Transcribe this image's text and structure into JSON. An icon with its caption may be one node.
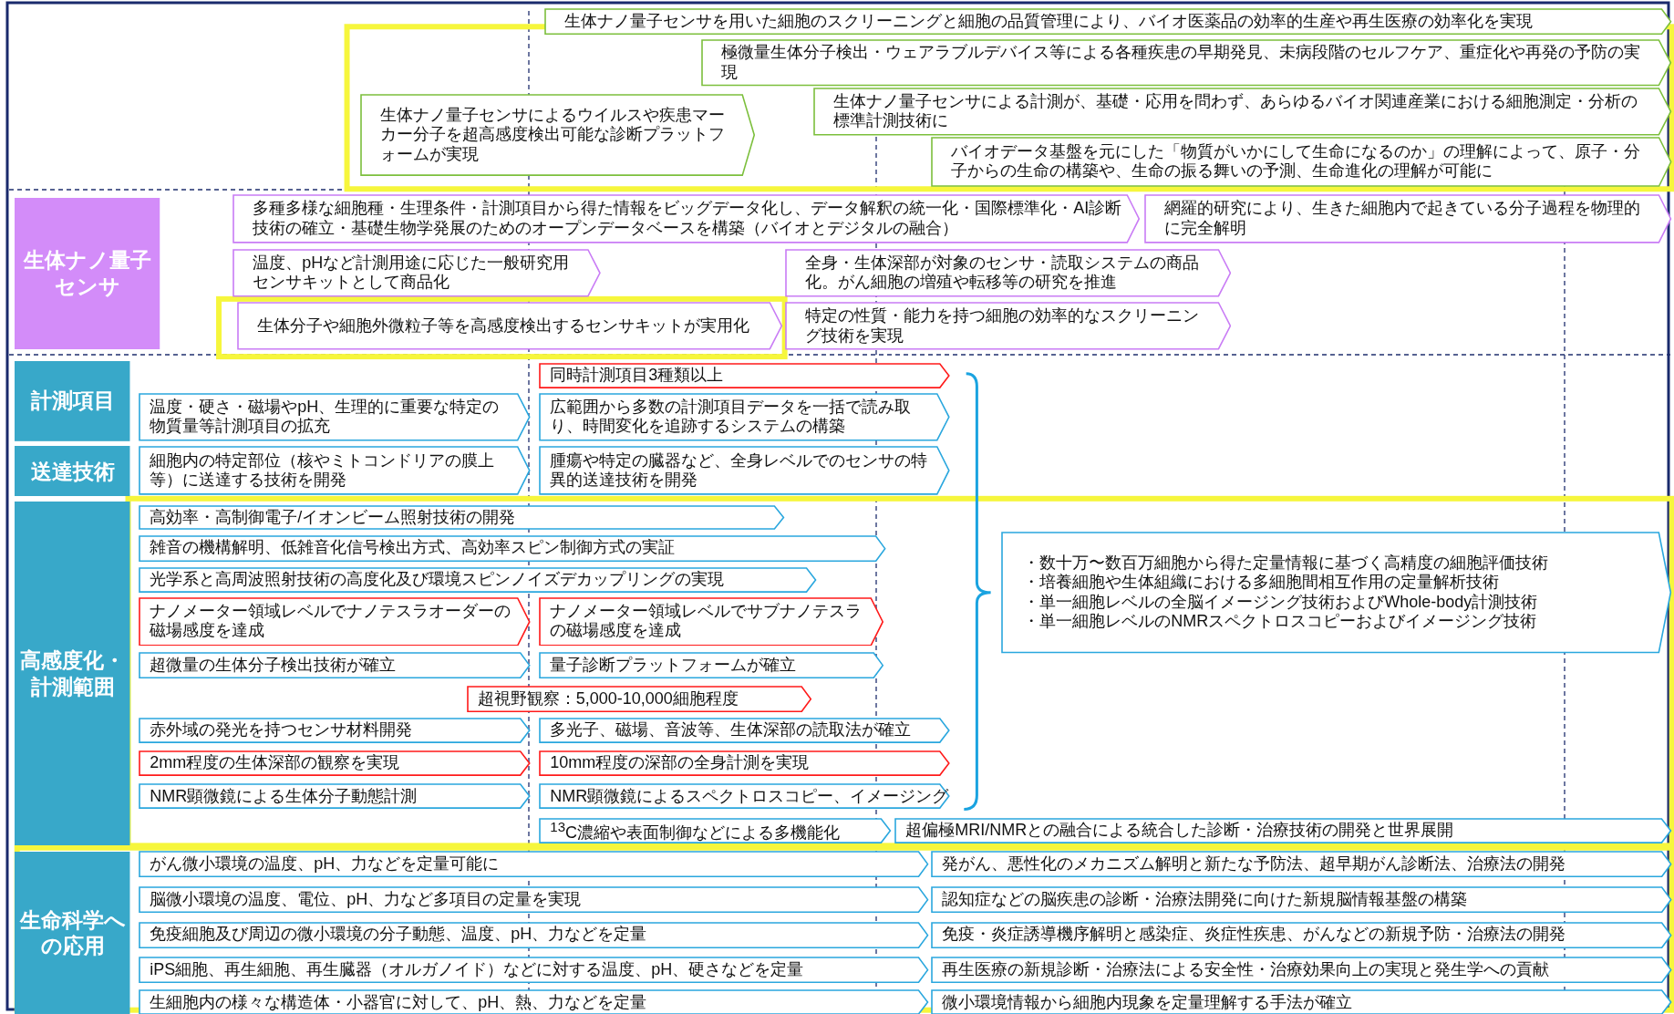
{
  "diagram": {
    "nodes": [
      {
        "text": [
          "生体ナノ量子センサを用いた細胞のスクリーニングと細胞の品質管理により、バイオ医薬品の効率的生産や再生医療の効率化を実現"
        ]
      },
      {
        "text": [
          "極微量生体分子検出・ウェアラブルデバイス等による各種疾患の早期発見、未病段階のセルフケア、重症化や再発の予防の実現"
        ]
      },
      {
        "text": [
          "生体ナノ量子センサによるウイルスや疾患マーカー分子を超高感度検出可能な診断プラットフォームが実現"
        ]
      },
      {
        "text": [
          "生体ナノ量子センサによる計測が、基礎・応用を問わず、あらゆるバイオ関連産業における細胞測定・分析の標準計測技術に"
        ]
      },
      {
        "text": [
          "バイオデータ基盤を元にした「物質がいかにして生命になるのか」の理解によって、原子・分子からの生命の構築や、生命の振る舞いの予測、生命進化の理解が可能に"
        ]
      },
      {
        "text": [
          "生体ナノ量子センサ"
        ]
      },
      {
        "text": [
          "多種多様な細胞種・生理条件・計測項目から得た情報をビッグデータ化し、データ解釈の統一化・国際標準化・AI診断技術の確立・基礎生物学発展のためのオープンデータベースを構築（バイオとデジタルの融合）"
        ]
      },
      {
        "text": [
          "網羅的研究により、生きた細胞内で起きている分子過程を物理的に完全解明"
        ]
      },
      {
        "text": [
          "温度、pHなど計測用途に応じた一般研究用センサキットとして商品化"
        ]
      },
      {
        "text": [
          "全身・生体深部が対象のセンサ・読取システムの商品化。がん細胞の増殖や転移等の研究を推進"
        ]
      },
      {
        "text": [
          "生体分子や細胞外微粒子等を高感度検出するセンサキットが実用化"
        ]
      },
      {
        "text": [
          "特定の性質・能力を持つ細胞の効率的なスクリーニング技術を実現"
        ]
      },
      {
        "text": [
          "計測項目"
        ]
      },
      {
        "text": [
          "同時計測項目3種類以上"
        ]
      },
      {
        "text": [
          "温度・硬さ・磁場やpH、生理的に重要な特定の物質量等計測項目の拡充"
        ]
      },
      {
        "text": [
          "広範囲から多数の計測項目データを一括で読み取り、時間変化を追跡するシステムの構築"
        ]
      },
      {
        "text": [
          "送達技術"
        ]
      },
      {
        "text": [
          "細胞内の特定部位（核やミトコンドリアの膜上等）に送達する技術を開発"
        ]
      },
      {
        "text": [
          "腫瘍や特定の臓器など、全身レベルでのセンサの特異的送達技術を開発"
        ]
      },
      {
        "text": [
          "高感度化・計測範囲"
        ]
      },
      {
        "text": [
          "高効率・高制御電子/イオンビーム照射技術の開発"
        ]
      },
      {
        "text": [
          "雑音の機構解明、低雑音化信号検出方式、高効率スピン制御方式の実証"
        ]
      },
      {
        "text": [
          "光学系と高周波照射技術の高度化及び環境スピンノイズデカップリングの実現"
        ]
      },
      {
        "text": [
          "ナノメーター領域レベルでナノテスラオーダーの磁場感度を達成"
        ]
      },
      {
        "text": [
          "ナノメーター領域レベルでサブナノテスラの磁場感度を達成"
        ]
      },
      {
        "text": [
          "超微量の生体分子検出技術が確立"
        ]
      },
      {
        "text": [
          "量子診断プラットフォームが確立"
        ]
      },
      {
        "text": [
          "超視野観察：5,000-10,000細胞程度"
        ]
      },
      {
        "text": [
          "赤外域の発光を持つセンサ材料開発"
        ]
      },
      {
        "text": [
          "多光子、磁場、音波等、生体深部の読取法が確立"
        ]
      },
      {
        "text": [
          "2mm程度の生体深部の観察を実現"
        ]
      },
      {
        "text": [
          "10mm程度の深部の全身計測を実現"
        ]
      },
      {
        "text": [
          "NMR顕微鏡による生体分子動態計測"
        ]
      },
      {
        "text": [
          "NMR顕微鏡によるスペクトロスコピー、イメージング"
        ]
      },
      {
        "text": [
          "$^{13}$C濃縮や表面制御などによる多機能化"
        ]
      },
      {
        "text": [
          "超偏極MRI/NMRとの融合による統合した診断・治療技術の開発と世界展開"
        ]
      },
      {
        "text": [
          "・数十万〜数百万細胞から得た定量情報に基づく高精度の細胞評価技術",
          "・培養細胞や生体組織における多細胞間相互作用の定量解析技術",
          "・単一細胞レベルの全脳イメージング技術およびWhole-body計測技術",
          "・単一細胞レベルのNMRスペクトロスコピーおよびイメージング技術"
        ]
      },
      {
        "text": [
          "生命科学への応用"
        ]
      },
      {
        "text": [
          "がん微小環境の温度、pH、力などを定量可能に"
        ]
      },
      {
        "text": [
          "発がん、悪性化のメカニズム解明と新たな予防法、超早期がん診断法、治療法の開発"
        ]
      },
      {
        "text": [
          "脳微小環境の温度、電位、pH、力など多項目の定量を実現"
        ]
      },
      {
        "text": [
          "認知症などの脳疾患の診断・治療法開発に向けた新規脳情報基盤の構築"
        ]
      },
      {
        "text": [
          "免疫細胞及び周辺の微小環境の分子動態、温度、pH、力などを定量"
        ]
      },
      {
        "text": [
          "免疫・炎症誘導機序解明と感染症、炎症性疾患、がんなどの新規予防・治療法の開発"
        ]
      },
      {
        "text": [
          "iPS細胞、再生細胞、再生臓器（オルガノイド）などに対する温度、pH、硬さなどを定量"
        ]
      },
      {
        "text": [
          "再生医療の新規診断・治療法による安全性・治療効果向上の実現と発生学への貢献"
        ]
      },
      {
        "text": [
          "生細胞内の様々な構造体・小器官に対して、pH、熱、力などを定量"
        ]
      },
      {
        "text": [
          "微小環境情報から細胞内現象を定量理解する手法が確立"
        ]
      }
    ]
  }
}
